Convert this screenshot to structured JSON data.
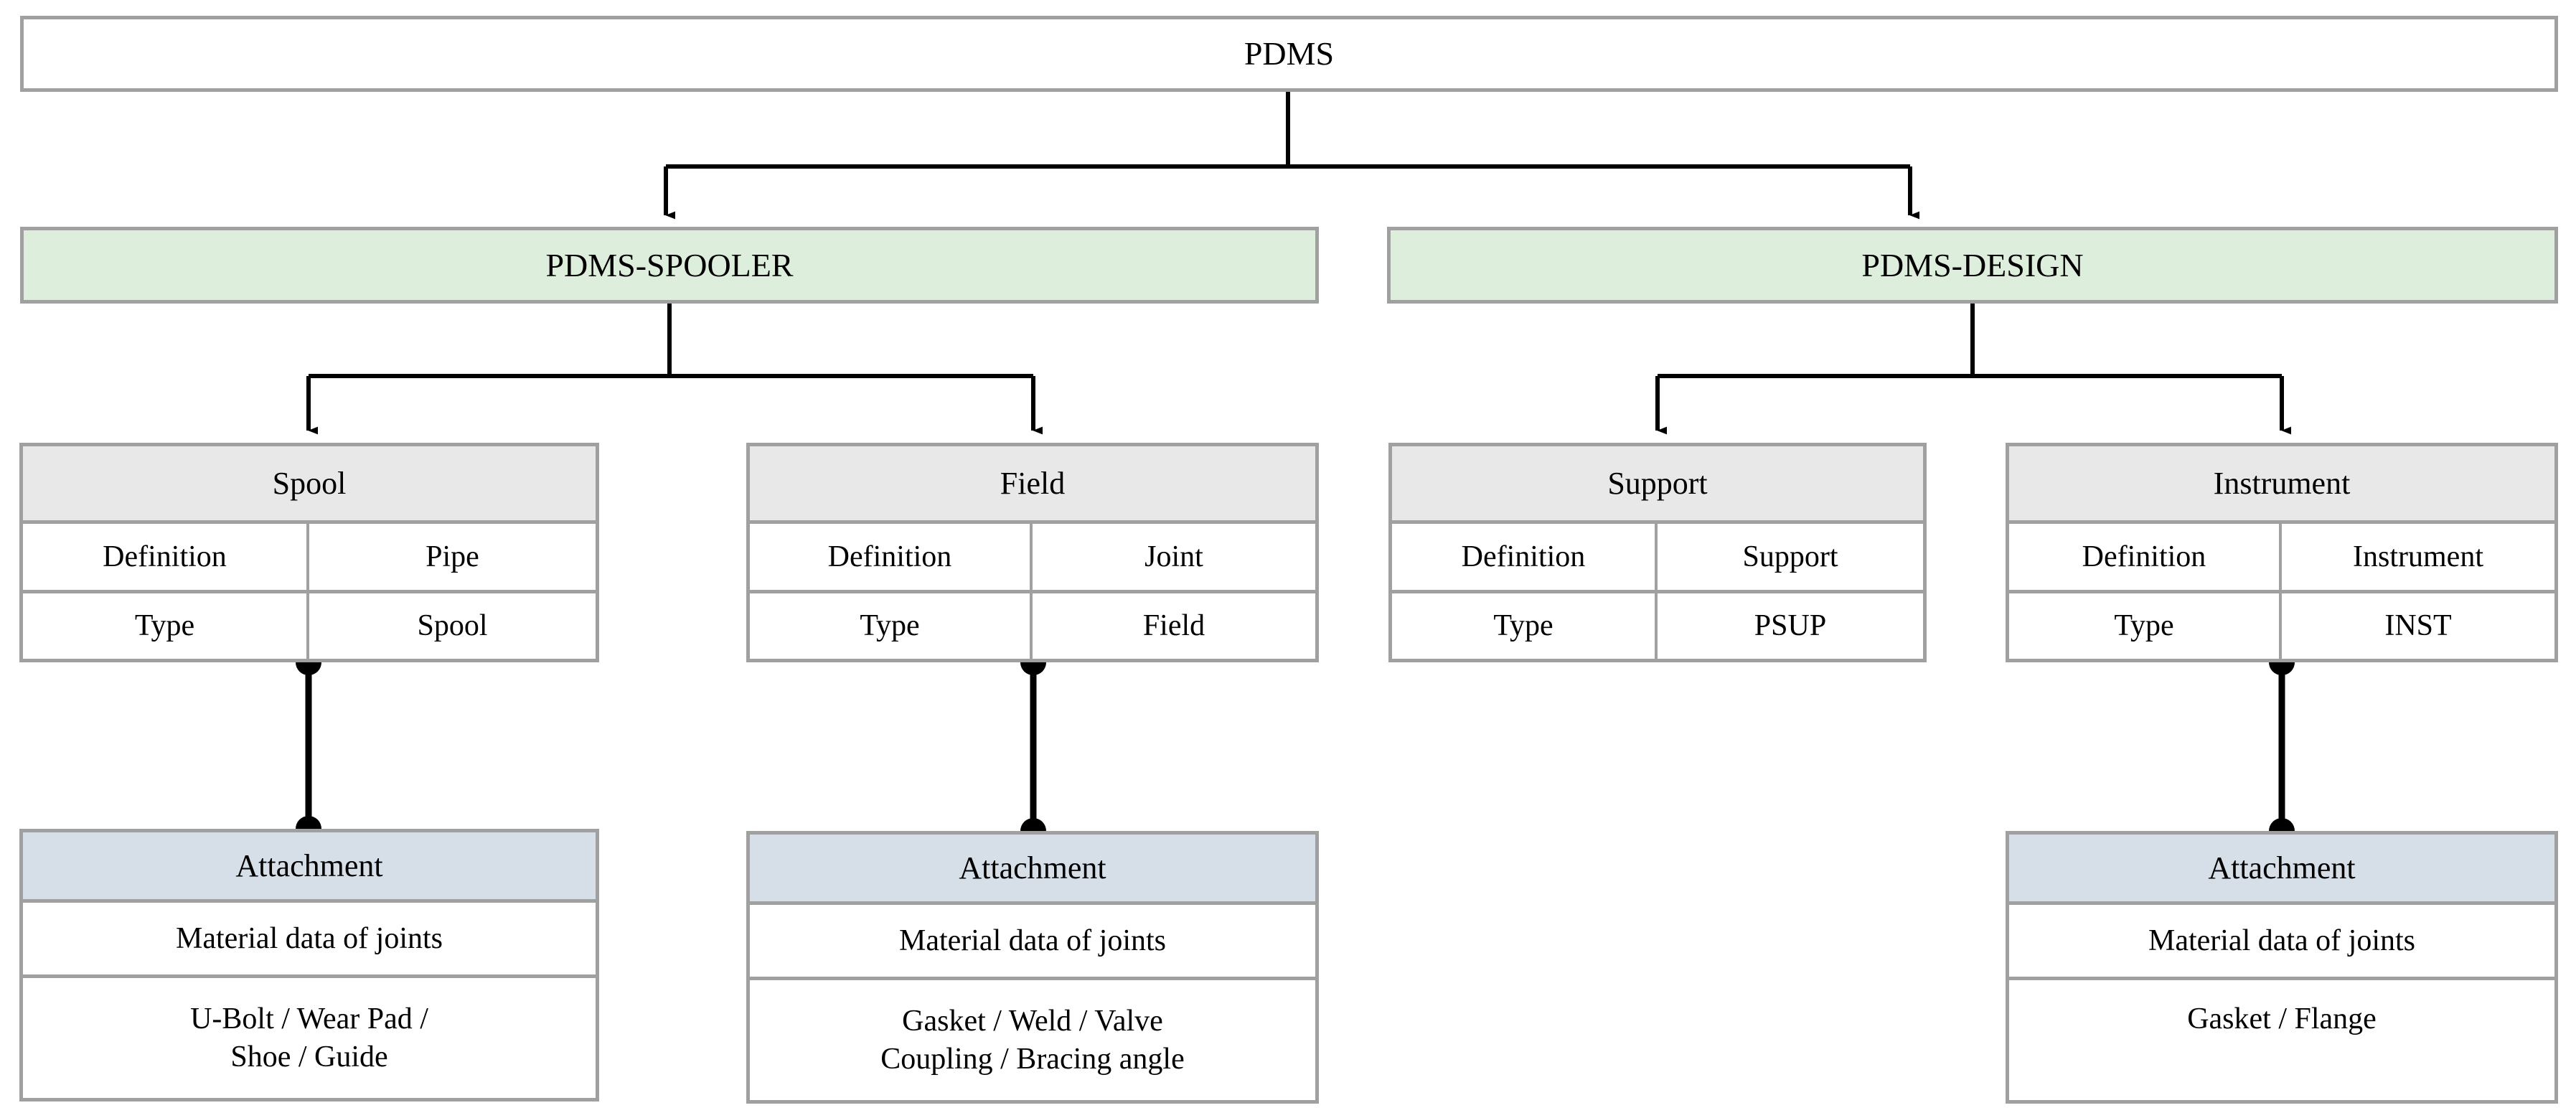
{
  "diagram": {
    "title": "PDMS",
    "root": {
      "label": "PDMS",
      "fill": "#ffffff"
    },
    "modules": [
      {
        "label": "PDMS-SPOOLER",
        "fill": "#ddeedd"
      },
      {
        "label": "PDMS-DESIGN",
        "fill": "#ddeedd"
      }
    ],
    "classes": [
      {
        "name": "Spool",
        "header_fill": "#e8e8e8",
        "rows": [
          {
            "key": "Definition",
            "value": "Pipe"
          },
          {
            "key": "Type",
            "value": "Spool"
          }
        ]
      },
      {
        "name": "Field",
        "header_fill": "#e8e8e8",
        "rows": [
          {
            "key": "Definition",
            "value": "Joint"
          },
          {
            "key": "Type",
            "value": "Field"
          }
        ]
      },
      {
        "name": "Support",
        "header_fill": "#e8e8e8",
        "rows": [
          {
            "key": "Definition",
            "value": "Support"
          },
          {
            "key": "Type",
            "value": "PSUP"
          }
        ]
      },
      {
        "name": "Instrument",
        "header_fill": "#e8e8e8",
        "rows": [
          {
            "key": "Definition",
            "value": "Instrument"
          },
          {
            "key": "Type",
            "value": "INST"
          }
        ]
      }
    ],
    "attachments": [
      {
        "name": "Attachment",
        "header_fill": "#d6dee8",
        "description": "Material data of joints",
        "items_line1": "U-Bolt / Wear Pad /",
        "items_line2": "Shoe / Guide"
      },
      {
        "name": "Attachment",
        "header_fill": "#d6dee8",
        "description": "Material data of joints",
        "items_line1": "Gasket / Weld / Valve",
        "items_line2": "Coupling / Bracing angle"
      },
      {
        "name": "Attachment",
        "header_fill": "#d6dee8",
        "description": "Material data of joints",
        "items_line1": "Gasket / Flange",
        "items_line2": ""
      }
    ],
    "colors": {
      "border": "#a0a0a0",
      "connector": "#000000",
      "module_green": "#ddeedd",
      "class_header_gray": "#e8e8e8",
      "attachment_header_blue": "#d6dee8"
    }
  }
}
